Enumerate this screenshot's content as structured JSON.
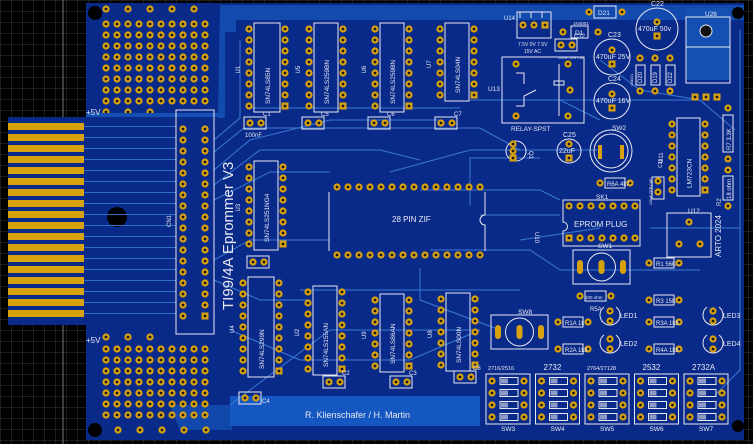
{
  "board": {
    "title": "TI99/4A Eprommer V3",
    "credit": "R. Klienschafer / H. Martin",
    "signature": "ARTO 2024",
    "colors": {
      "background": "#000000",
      "grid": "#3a3a3a",
      "board": "#0a2a8a",
      "copper_pour": "#1450b4",
      "trace": "#2f6fc4",
      "pad": "#d8a20e",
      "silkscreen": "#e8e8f0"
    }
  },
  "power_labels": {
    "top": "+5V",
    "bottom": "+5V"
  },
  "connectors": {
    "edge": {
      "ref": "CN1"
    },
    "u14": {
      "ref": "U14",
      "label_line1": "7.5V 0V 7.5V",
      "label_line2": "15V AC"
    }
  },
  "ics": [
    {
      "ref": "U1",
      "part": "SN74LS85N"
    },
    {
      "ref": "U5",
      "part": "SN74LS259BN"
    },
    {
      "ref": "U6",
      "part": "SN74LS259BN"
    },
    {
      "ref": "U7",
      "part": "SN74LS04N"
    },
    {
      "ref": "U3",
      "part": "SN74LS251NG4"
    },
    {
      "ref": "U4",
      "part": "SN74LS299N"
    },
    {
      "ref": "U2",
      "part": "SN74LS155AN"
    },
    {
      "ref": "U9",
      "part": "SN74LS86AN"
    },
    {
      "ref": "U8",
      "part": "SN74LS00N"
    },
    {
      "ref": "U11",
      "part": "LM723CN"
    },
    {
      "ref": "U12",
      "part": ""
    },
    {
      "ref": "U26",
      "part": ""
    },
    {
      "ref": "U13",
      "part": "RELAY-SPST"
    },
    {
      "ref": "U10",
      "part": "28 PIN ZIF"
    }
  ],
  "capacitors": [
    {
      "ref": "C1",
      "value": "100nF"
    },
    {
      "ref": "C5",
      "value": ""
    },
    {
      "ref": "C6",
      "value": ""
    },
    {
      "ref": "C7",
      "value": ""
    },
    {
      "ref": "C2",
      "value": ""
    },
    {
      "ref": "C3",
      "value": ""
    },
    {
      "ref": "C4",
      "value": ""
    },
    {
      "ref": "C8",
      "value": ""
    },
    {
      "ref": "C12",
      "value": "100nF CER CAP"
    },
    {
      "ref": "C11",
      "value": "100nF CER CAP"
    },
    {
      "ref": "C22",
      "value": "470uF 50v"
    },
    {
      "ref": "C23",
      "value": "470uF 25V"
    },
    {
      "ref": "C24",
      "value": "470uF 16V"
    },
    {
      "ref": "C25",
      "value": "22uF"
    }
  ],
  "diodes": [
    {
      "ref": "D21",
      "part": ""
    },
    {
      "ref": "D1",
      "part": "1N4001"
    },
    {
      "ref": "D20",
      "part": "1N4001"
    },
    {
      "ref": "D19",
      "part": ""
    },
    {
      "ref": "D22",
      "part": ""
    }
  ],
  "resistors": [
    {
      "ref": "R6A",
      "value": "4k7"
    },
    {
      "ref": "R7",
      "value": "3.3K"
    },
    {
      "ref": "R2",
      "value": "18 ohm"
    },
    {
      "ref": "R1",
      "value": "56K"
    },
    {
      "ref": "R3",
      "value": "15K"
    },
    {
      "ref": "R5A",
      "value": "100 ohm"
    },
    {
      "ref": "R1A",
      "value": "1k"
    },
    {
      "ref": "R2A",
      "value": "1k8"
    },
    {
      "ref": "R3A",
      "value": "1k8"
    },
    {
      "ref": "R4A",
      "value": "1k8"
    }
  ],
  "leds": [
    "LED1",
    "LED2",
    "LED3",
    "LED4"
  ],
  "misc": {
    "q1": "Q1",
    "sk1": "SK1",
    "eprom_plug": "EPROM PLUG",
    "sw1": "SW1",
    "sw2": "SW2",
    "sw8": "SW8",
    "zif_label": "28 PIN ZIF",
    "u10_ref": "U10"
  },
  "dip_switches": [
    {
      "ref": "SW3",
      "label": "2716/2516"
    },
    {
      "ref": "SW4",
      "label": "2732"
    },
    {
      "ref": "SW5",
      "label": "2764/27128"
    },
    {
      "ref": "SW6",
      "label": "2532"
    },
    {
      "ref": "SW7",
      "label": "2732A"
    }
  ]
}
